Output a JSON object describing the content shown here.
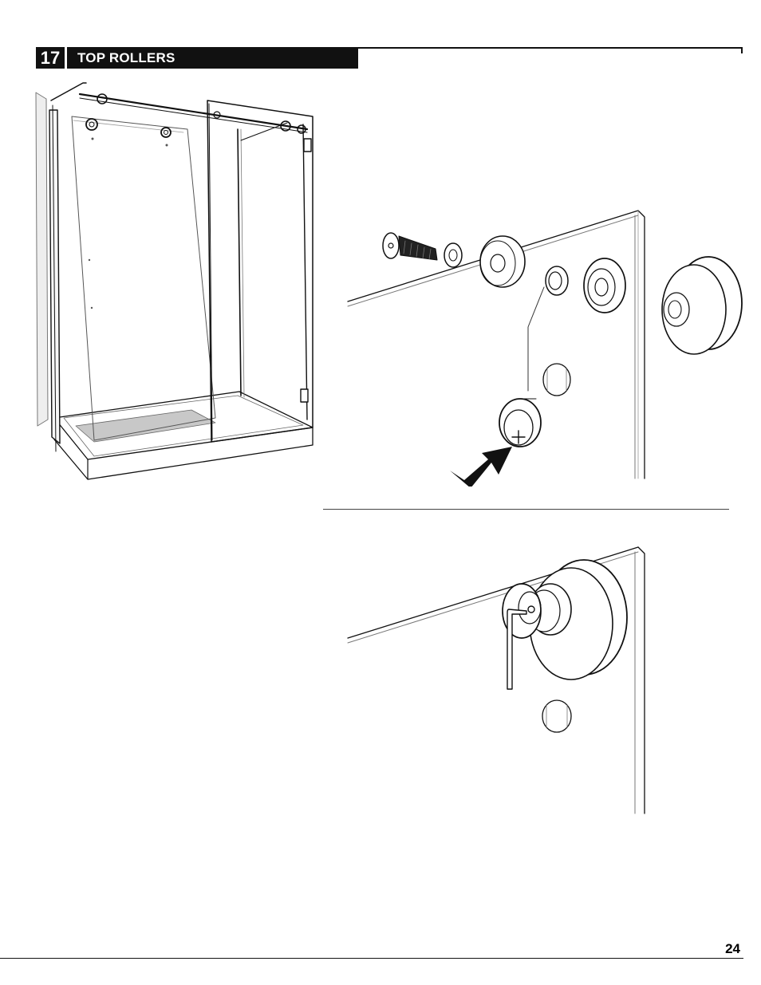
{
  "step": {
    "number": "17",
    "title": "TOP ROLLERS"
  },
  "page": {
    "number": "24"
  },
  "colors": {
    "ink": "#111111",
    "floor_shade": "#c8c8c8",
    "panel_edge": "#555555",
    "wall_tint": "#eeeeee"
  },
  "illustrations": {
    "overview": "shower-enclosure-icon",
    "exploded": "roller-exploded-icon",
    "assembled": "roller-assembled-icon"
  }
}
